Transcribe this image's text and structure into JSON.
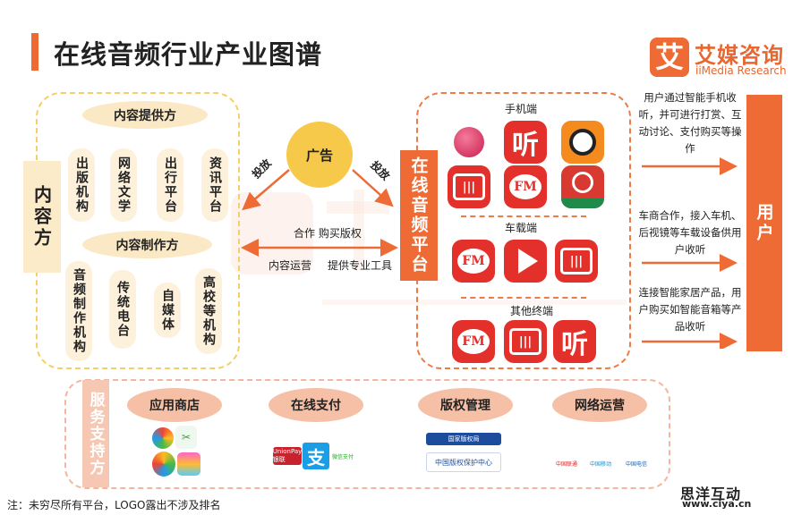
{
  "title": "在线音频行业产业图谱",
  "brand": {
    "icon": "艾",
    "name": "艾媒咨询",
    "name_en": "iiMedia Research"
  },
  "watermark": {
    "cn": "艾媒咨询",
    "en": "iiMedia Research"
  },
  "content_side": {
    "label": "内容方",
    "provider": {
      "label": "内容提供方",
      "items": [
        "出版机构",
        "网络文学",
        "出行平台",
        "资讯平台"
      ]
    },
    "producer": {
      "label": "内容制作方",
      "items": [
        "音频制作机构",
        "传统电台",
        "自媒体",
        "高校等机构"
      ]
    }
  },
  "ad": {
    "label": "广告",
    "left_arrow": "投放",
    "right_arrow": "投放"
  },
  "relation": {
    "top": "合作  购买版权",
    "bottom_left": "内容运营",
    "bottom_right": "提供专业工具"
  },
  "platform": {
    "label": "在线音频平台",
    "sections": [
      {
        "label": "手机端",
        "apps": [
          {
            "icon": "gem-app-icon"
          },
          {
            "icon": "ting-app-icon",
            "glyph": "听"
          },
          {
            "icon": "headphone-face-app-icon"
          },
          {
            "icon": "radio-wave-app-icon"
          },
          {
            "icon": "fm-app-icon",
            "glyph": "FM"
          },
          {
            "icon": "phoenix-fm-app-icon"
          }
        ]
      },
      {
        "label": "车载端",
        "apps": [
          {
            "icon": "fm-app-icon",
            "glyph": "FM"
          },
          {
            "icon": "play-b-app-icon"
          },
          {
            "icon": "radio-wave-app-icon"
          }
        ]
      },
      {
        "label": "其他终端",
        "apps": [
          {
            "icon": "fm-app-icon",
            "glyph": "FM"
          },
          {
            "icon": "radio-wave-app-icon"
          },
          {
            "icon": "ting-app-icon",
            "glyph": "听"
          }
        ]
      }
    ]
  },
  "user_flows": [
    "用户通过智能手机收听，并可进行打赏、互动讨论、支付购买等操作",
    "车商合作，接入车机、后视镜等车载设备供用户收听",
    "连接智能家居产品，用户购买如智能音箱等产品收听"
  ],
  "users": {
    "label": "用户"
  },
  "services": {
    "label": "服务支持方",
    "groups": [
      {
        "label": "应用商店",
        "logos": [
          "app-store-logo-1",
          "app-store-logo-2",
          "app-store-logo-3",
          "app-store-logo-4"
        ]
      },
      {
        "label": "在线支付",
        "logos": [
          "UnionPay 银联",
          "支",
          "微信支付"
        ]
      },
      {
        "label": "版权管理",
        "logos": [
          "国家版权局",
          "中国版权保护中心"
        ]
      },
      {
        "label": "网络运营",
        "logos": [
          "中国联通",
          "中国移动",
          "中国电信"
        ]
      }
    ]
  },
  "note": "注：未穷尽所有平台，LOGO露出不涉及排名",
  "corner": {
    "cn": "思洋互动",
    "url": "www.ciya.cn"
  },
  "colors": {
    "accent": "#ee6b35",
    "yellow": "#f7c94b",
    "beige": "#fbe9c6",
    "service": "#f6c0a6",
    "red": "#e4302b"
  }
}
